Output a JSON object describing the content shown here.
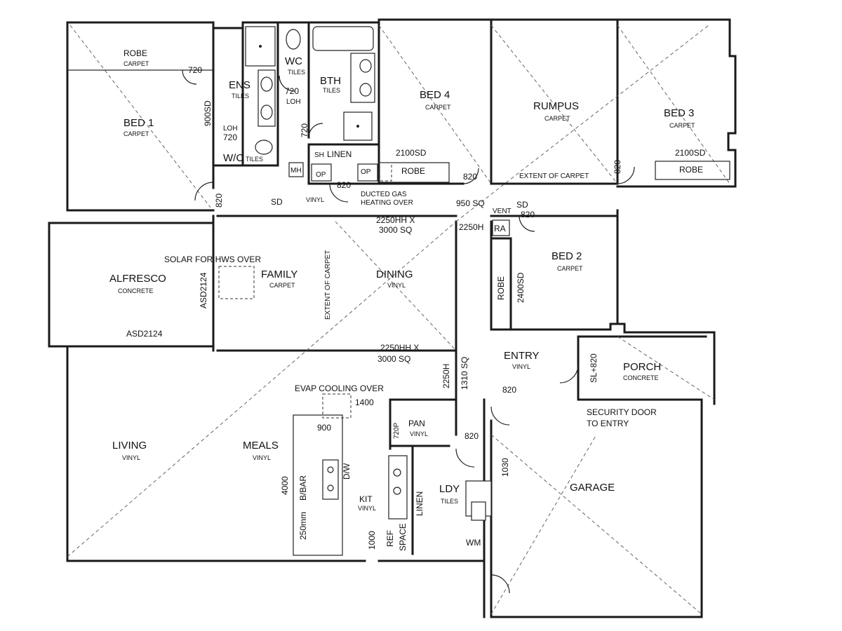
{
  "rooms": [
    {
      "key": "bed1",
      "name": "BED 1",
      "finish": "CARPET"
    },
    {
      "key": "robe1",
      "name": "ROBE",
      "finish": "CARPET"
    },
    {
      "key": "ens",
      "name": "ENS",
      "finish": "TILES"
    },
    {
      "key": "wc1",
      "name": "WC",
      "finish": "TILES"
    },
    {
      "key": "wc2",
      "name": "W/C",
      "finish": "TILES"
    },
    {
      "key": "bth",
      "name": "BTH",
      "finish": "TILES"
    },
    {
      "key": "bed4",
      "name": "BED 4",
      "finish": "CARPET"
    },
    {
      "key": "rumpus",
      "name": "RUMPUS",
      "finish": "CARPET"
    },
    {
      "key": "bed3",
      "name": "BED 3",
      "finish": "CARPET"
    },
    {
      "key": "bed2",
      "name": "BED 2",
      "finish": "CARPET"
    },
    {
      "key": "alfresco",
      "name": "ALFRESCO",
      "finish": "CONCRETE"
    },
    {
      "key": "family",
      "name": "FAMILY",
      "finish": "CARPET"
    },
    {
      "key": "dining",
      "name": "DINING",
      "finish": "VINYL"
    },
    {
      "key": "entry",
      "name": "ENTRY",
      "finish": "VINYL"
    },
    {
      "key": "porch",
      "name": "PORCH",
      "finish": "CONCRETE"
    },
    {
      "key": "living",
      "name": "LIVING",
      "finish": "VINYL"
    },
    {
      "key": "meals",
      "name": "MEALS",
      "finish": "VINYL"
    },
    {
      "key": "kit",
      "name": "KIT",
      "finish": "VINYL"
    },
    {
      "key": "pan",
      "name": "PAN",
      "finish": "VINYL"
    },
    {
      "key": "ldy",
      "name": "LDY",
      "finish": "TILES"
    },
    {
      "key": "garage",
      "name": "GARAGE",
      "finish": ""
    }
  ],
  "labels": {
    "d720_robe": "720",
    "d720_wc": "720",
    "loh1": "LOH",
    "d720_ens": "720",
    "loh2": "LOH",
    "d720_bth": "720",
    "d900sd": "900SD",
    "linen1": "LINEN",
    "sh": "SH",
    "mh": "MH",
    "op1": "OP",
    "op2": "OP",
    "d820_hall": "820",
    "ducted": "DUCTED GAS",
    "ducted2": "HEATING OVER",
    "sd1": "SD",
    "vinyl_hall": "VINYL",
    "d2100sd_b4": "2100SD",
    "robe_b4": "ROBE",
    "d820_b4": "820",
    "d950": "950 SQ",
    "sd2": "SD",
    "extent_carpet1": "EXTENT OF CARPET",
    "d820_r": "820",
    "d2100sd_b3": "2100SD",
    "robe_b3": "ROBE",
    "vent": "VENT",
    "ra": "RA",
    "d820_b2": "820",
    "d2250_1": "2250HH X",
    "d3000_1": "3000 SQ",
    "d2250h_1": "2250H",
    "robe_b2": "ROBE",
    "d2400sd": "2400SD",
    "d820_bed1": "820",
    "solar": "SOLAR FOR HWS OVER",
    "asd_v": "ASD2124",
    "asd_h": "ASD2124",
    "extent_carpet2": "EXTENT OF CARPET",
    "d2250_2": "2250HH X",
    "d3000_2": "3000 SQ",
    "d2250h_2": "2250H",
    "d1310": "1310 SQ",
    "d820_entry": "820",
    "slb": "SL+820",
    "security1": "SECURITY DOOR",
    "security2": "TO ENTRY",
    "evap": "EVAP COOLING OVER",
    "d1400": "1400",
    "d900": "900",
    "d720_pan": "720P",
    "d820_ldy": "820",
    "d4000": "4000",
    "bbar": "B/BAR",
    "dw": "D/W",
    "d250": "250mm",
    "d1000": "1000",
    "ref": "REF",
    "space": "SPACE",
    "linen2": "LINEN",
    "d1030": "1030",
    "wm": "WM"
  }
}
